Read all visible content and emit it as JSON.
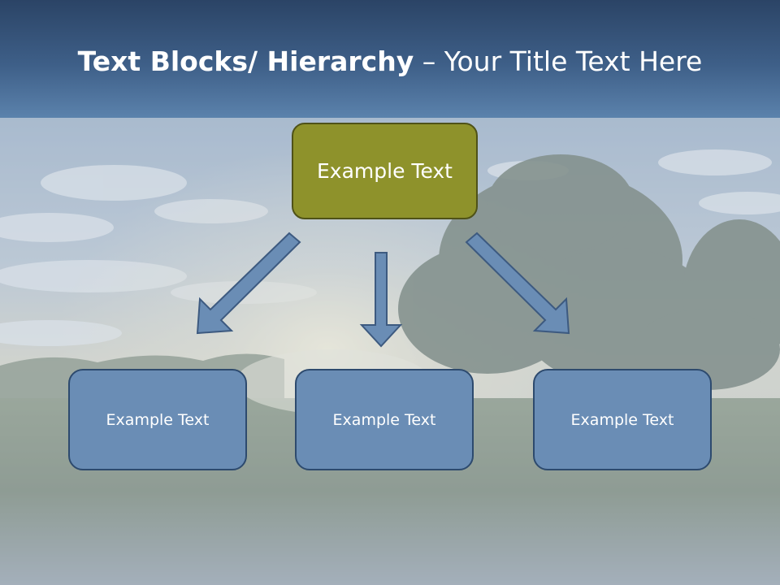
{
  "title": {
    "bold": "Text Blocks/ Hierarchy",
    "rest": " – Your Title Text Here"
  },
  "diagram": {
    "root": {
      "label": "Example Text"
    },
    "children": [
      {
        "label": "Example Text"
      },
      {
        "label": "Example Text"
      },
      {
        "label": "Example Text"
      }
    ]
  },
  "colors": {
    "title_bar": "#3e5f88",
    "root_fill": "#8e922b",
    "child_fill": "#6a8db5",
    "arrow_fill": "#6a8db5"
  }
}
